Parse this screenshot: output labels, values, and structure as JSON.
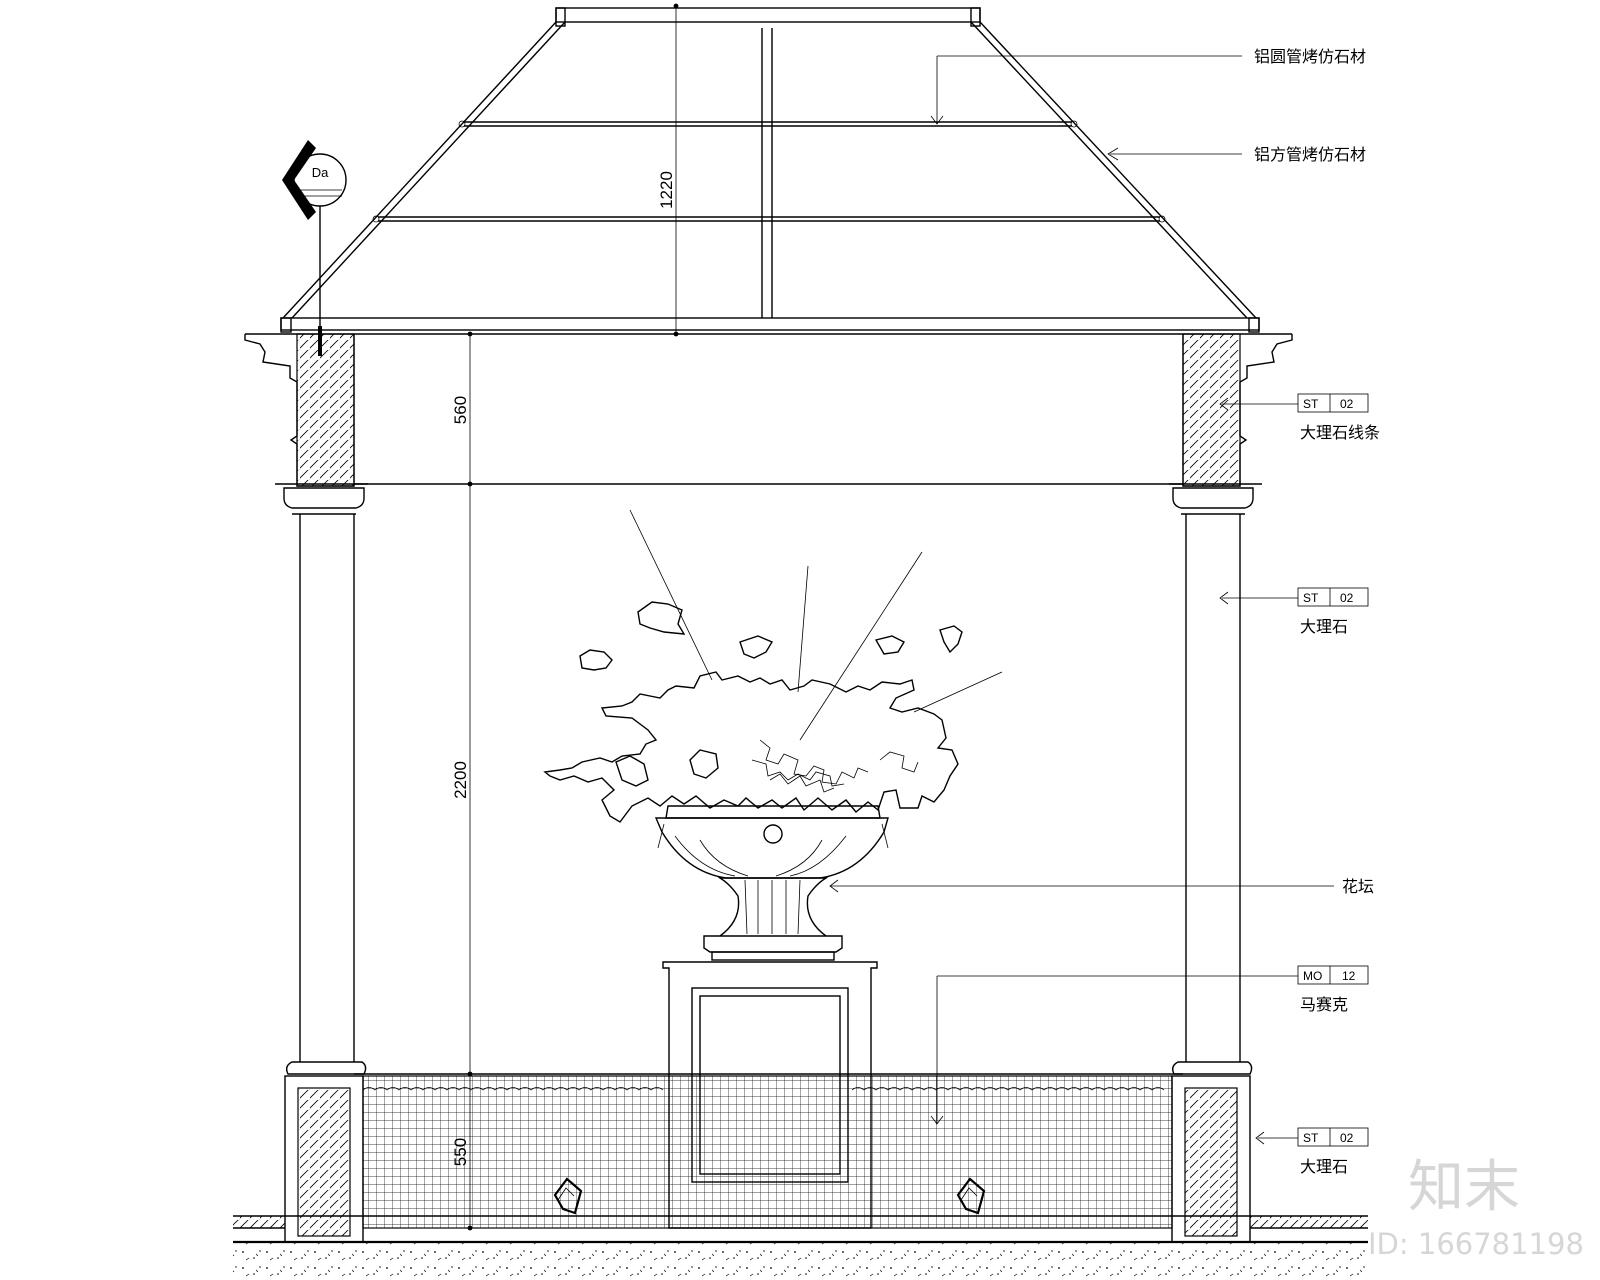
{
  "dimensions": {
    "roof_height": "1220",
    "frieze_height": "560",
    "opening_height": "2200",
    "base_height": "550"
  },
  "section_marker": {
    "label": "Da"
  },
  "annotations": {
    "aluminium_round_tube": "铝圆管烤仿石材",
    "aluminium_square_tube": "铝方管烤仿石材",
    "marble_moulding": "大理石线条",
    "marble_column": "大理石",
    "flower_urn": "花坛",
    "mosaic": "马赛克",
    "marble_base": "大理石"
  },
  "tags": [
    {
      "code": "ST",
      "num": "02"
    },
    {
      "code": "ST",
      "num": "02"
    },
    {
      "code": "MO",
      "num": "12"
    },
    {
      "code": "ST",
      "num": "02"
    }
  ],
  "watermark": {
    "logo": "知末",
    "id_text": "ID: 166781198"
  }
}
